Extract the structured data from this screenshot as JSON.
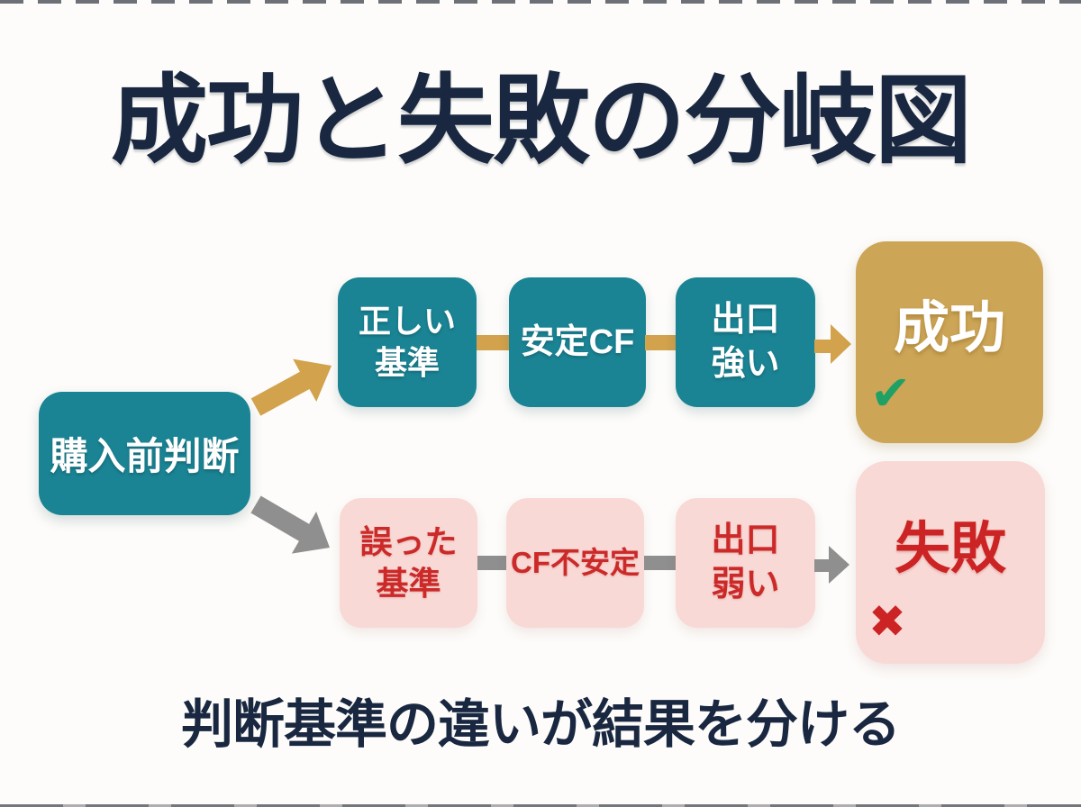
{
  "title": "成功と失敗の分岐図",
  "caption": "判断基準の違いが結果を分ける",
  "start": {
    "label": "購入前判断"
  },
  "paths": {
    "success": {
      "steps": [
        {
          "label": "正しい\n基準"
        },
        {
          "label": "安定CF"
        },
        {
          "label": "出口\n強い"
        }
      ],
      "outcome": {
        "label": "成功",
        "mark": "✔"
      }
    },
    "failure": {
      "steps": [
        {
          "label": "誤った\n基準"
        },
        {
          "label": "CF不安定"
        },
        {
          "label": "出口\n弱い"
        }
      ],
      "outcome": {
        "label": "失敗",
        "mark": "✖"
      }
    }
  },
  "colors": {
    "background": "#fdfcfa",
    "title_text": "#192840",
    "teal_box": "#1a8494",
    "teal_box_text": "#ffffff",
    "pink_box": "#f8d9d5",
    "red_text": "#cc2929",
    "gold_arrow": "#d2a24c",
    "gold_box": "#cda556",
    "gray_arrow": "#8f8f8f",
    "check_green": "#1fa065"
  }
}
